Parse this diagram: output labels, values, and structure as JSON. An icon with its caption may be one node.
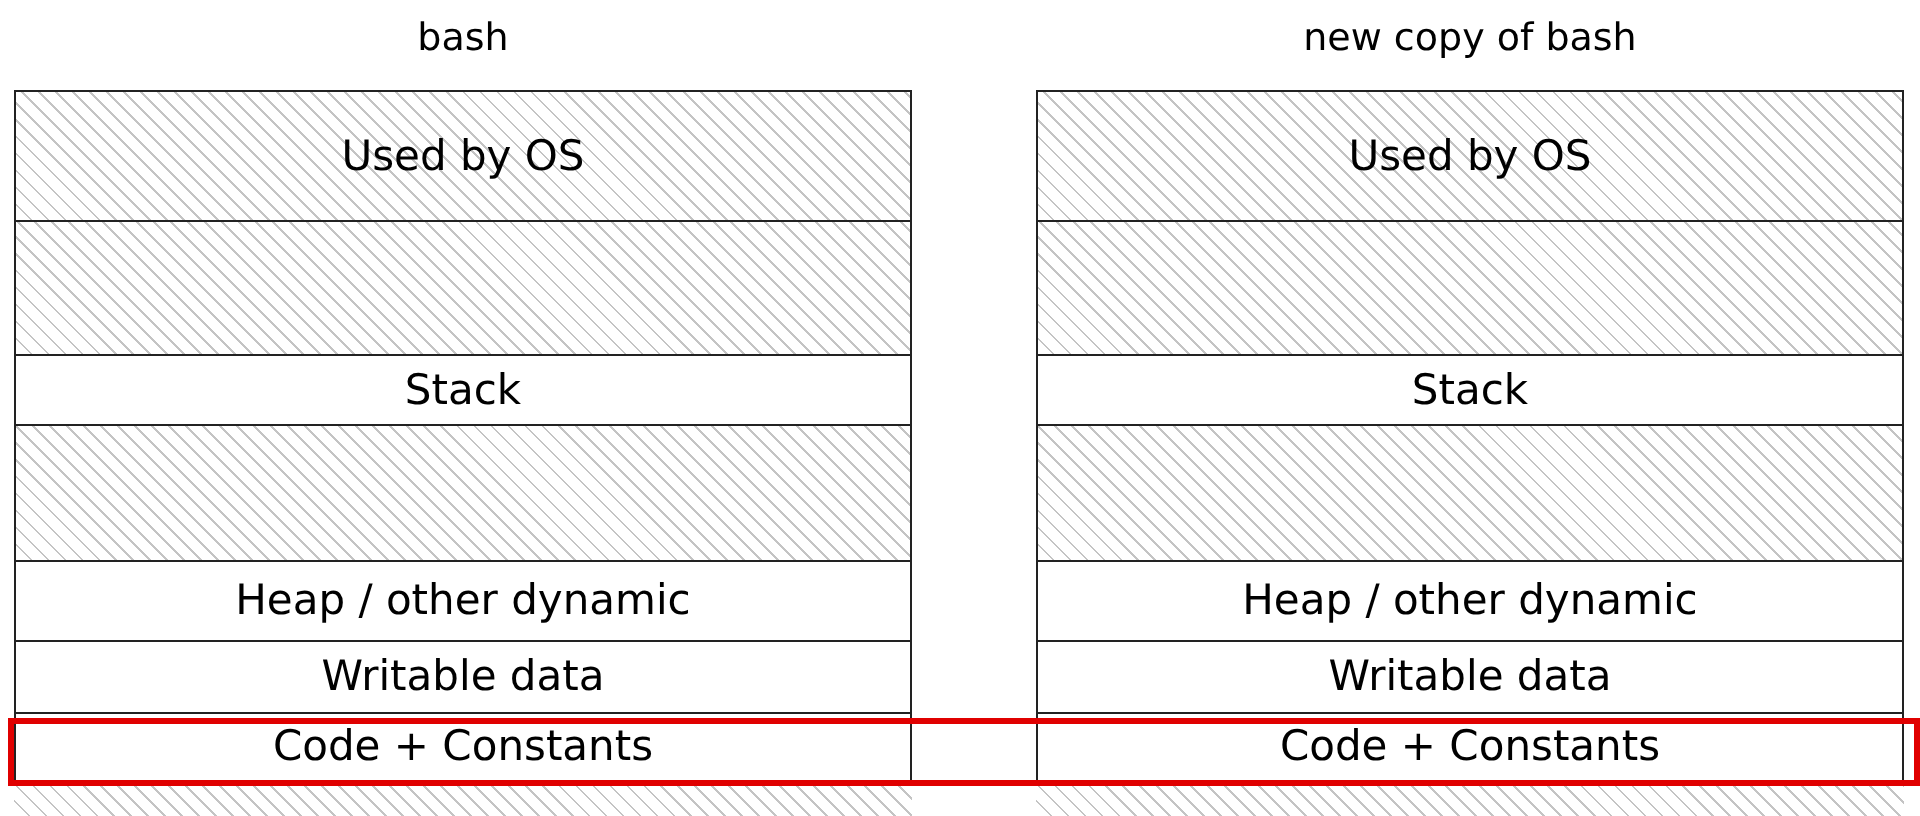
{
  "diagram": {
    "nodes": [
      {
        "text": [
          "bash"
        ]
      },
      {
        "text": [
          "Used by OS"
        ],
        "in": 0
      },
      {
        "text": [],
        "shape": "box",
        "in": 0
      },
      {
        "text": [
          "Stack"
        ],
        "in": 0
      },
      {
        "text": [],
        "shape": "box",
        "in": 0
      },
      {
        "text": [
          "Heap / other dynamic"
        ],
        "in": 0
      },
      {
        "text": [
          "Writable data"
        ],
        "in": 0
      },
      {
        "text": [
          "Code + Constants"
        ],
        "in": 0
      },
      {
        "text": [],
        "shape": "box",
        "in": 0
      },
      {
        "text": [
          "new copy of bash"
        ]
      },
      {
        "text": [
          "Used by OS"
        ],
        "in": 9
      },
      {
        "text": [],
        "shape": "box",
        "in": 9
      },
      {
        "text": [
          "Stack"
        ],
        "in": 9
      },
      {
        "text": [],
        "shape": "box",
        "in": 9
      },
      {
        "text": [
          "Heap / other dynamic"
        ],
        "in": 9
      },
      {
        "text": [
          "Writable data"
        ],
        "in": 9
      },
      {
        "text": [
          "Code + Constants"
        ],
        "in": 9
      },
      {
        "text": [],
        "shape": "box",
        "in": 9
      },
      {
        "text": [],
        "shape": "box"
      }
    ]
  }
}
